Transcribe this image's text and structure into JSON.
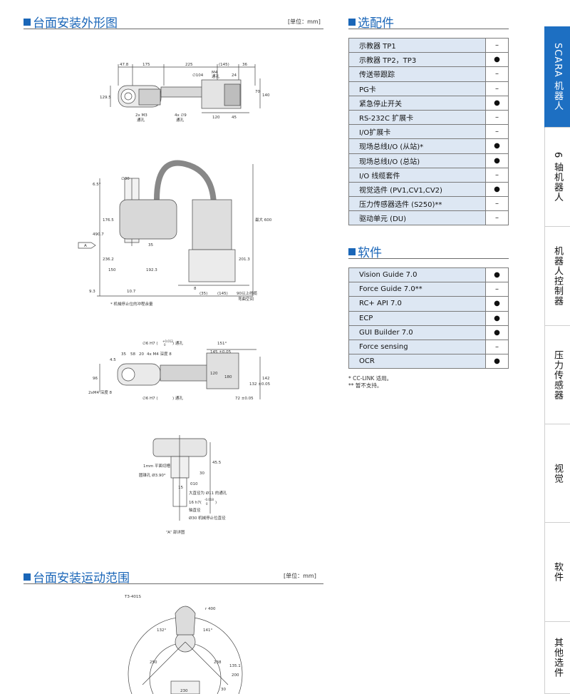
{
  "sections": {
    "mounting": {
      "title": "台面安装外形图",
      "unit": "[单位：mm]"
    },
    "options": {
      "title": "选配件"
    },
    "software": {
      "title": "软件"
    },
    "motion": {
      "title": "台面安装运动范围",
      "unit": "[单位：mm]"
    }
  },
  "options_table": [
    {
      "name": "示教器 TP1",
      "mark": "–"
    },
    {
      "name": "示教器 TP2，TP3",
      "mark": "●"
    },
    {
      "name": "传送带跟踪",
      "mark": "–"
    },
    {
      "name": "PG卡",
      "mark": "–"
    },
    {
      "name": "紧急停止开关",
      "mark": "●"
    },
    {
      "name": "RS-232C 扩展卡",
      "mark": "–"
    },
    {
      "name": "I/O扩展卡",
      "mark": "–"
    },
    {
      "name": "现场总线I/O (从站)*",
      "mark": "●"
    },
    {
      "name": "现场总线I/O (总站)",
      "mark": "●"
    },
    {
      "name": "I/O 线缆套件",
      "mark": "–"
    },
    {
      "name": "视觉选件 (PV1,CV1,CV2)",
      "mark": "●"
    },
    {
      "name": "压力传感器选件 (S250)**",
      "mark": "–"
    },
    {
      "name": "驱动单元 (DU)",
      "mark": "–"
    }
  ],
  "software_table": [
    {
      "name": "Vision Guide 7.0",
      "mark": "●"
    },
    {
      "name": "Force Guide 7.0**",
      "mark": "–"
    },
    {
      "name": "RC+ API 7.0",
      "mark": "●"
    },
    {
      "name": "ECP",
      "mark": "●"
    },
    {
      "name": "GUI Builder 7.0",
      "mark": "●"
    },
    {
      "name": "Force sensing",
      "mark": "–"
    },
    {
      "name": "OCR",
      "mark": "●"
    }
  ],
  "notes": [
    "*  CC-LINK 适用。",
    "**  暂不支持。"
  ],
  "tabs": [
    {
      "label": "SCARA 机器人",
      "active": true
    },
    {
      "label": "6 轴机器人",
      "active": false
    },
    {
      "label": "机器人控制器",
      "active": false
    },
    {
      "label": "压力传感器",
      "active": false
    },
    {
      "label": "视觉",
      "active": false
    },
    {
      "label": "软件",
      "active": false
    },
    {
      "label": "其他选件",
      "active": false
    }
  ],
  "drawing": {
    "top_view": {
      "dims_top": [
        "47.8",
        "175",
        "225",
        "(145)",
        "36"
      ],
      "phi104": "∅104",
      "m4": "M4",
      "m4_sub": "通孔",
      "dim24": "24",
      "dim70": "70",
      "dim140": "140",
      "dim129_5": "129.5",
      "dim120": "120",
      "dim45": "45",
      "note_m3": "2x M3",
      "note_m3_sub": "通孔",
      "note_phi9": "4x ∅9",
      "note_phi9_sub": "通孔"
    },
    "side_view": {
      "ang": "6.5°",
      "phi30": "∅30",
      "dim176_5": "176.5",
      "dim490_7": "490.7",
      "dim236_2": "236.2",
      "dim150": "150",
      "dim9_3": "9.3",
      "dim10_7": "10.7",
      "dim192_3": "192.3",
      "dim35": "35",
      "dim201_3": "201.3",
      "dim600": "最大 600",
      "dim8": "8",
      "dim35b": "(35)",
      "dim145b": "(145)",
      "cable_note": "90以上线缆",
      "cable_note2": "弯曲空间",
      "mech_note": "* 机械停止位的冲程余量",
      "view_a": "A"
    },
    "bottom_view": {
      "h7_top": "∅6 H7 (",
      "h7_tol": "+0.012",
      "h7_tol2": "0",
      "h7_suffix": ") 通孔",
      "dim151": "151°",
      "dim145_05": "145 ±0.05",
      "dims_row": [
        "4.5",
        "35",
        "58",
        "20",
        "4x M4 深度 8"
      ],
      "dim96": "96",
      "dim120b": "120",
      "dim180": "180",
      "dim132": "132 ±0.05",
      "dim142": "142",
      "dim72": "72 ±0.05",
      "m4_depth": "2xM4 深度 8",
      "h7_bot": "∅6 H7 (",
      "h7_bot_suffix": ") 通孔"
    },
    "detail_a": {
      "flat": "1mm 平面切槽",
      "taper": "圆锥孔 Ø3.90°",
      "dim45_5": "45.5",
      "dim30": "30",
      "dim010": "010",
      "dim15": "15",
      "big_hole": "大直径为 Ø11 的通孔",
      "shaft": "16 h7(",
      "shaft_tol": "-0.018",
      "shaft_tol2": "0",
      "shaft_suffix": ")",
      "shaft_dia": "轴直径",
      "phi30_note": "Ø30 机械停止位直径",
      "caption": "“A” 部详图"
    },
    "motion": {
      "model": "T3-401S",
      "ang1": "132°",
      "ang2": "141°",
      "dim_r": "r 400",
      "dim250": "250",
      "dim238": "238",
      "dim200": "200",
      "dim230": "230",
      "dim135": "135.1",
      "dim30": "30"
    }
  }
}
